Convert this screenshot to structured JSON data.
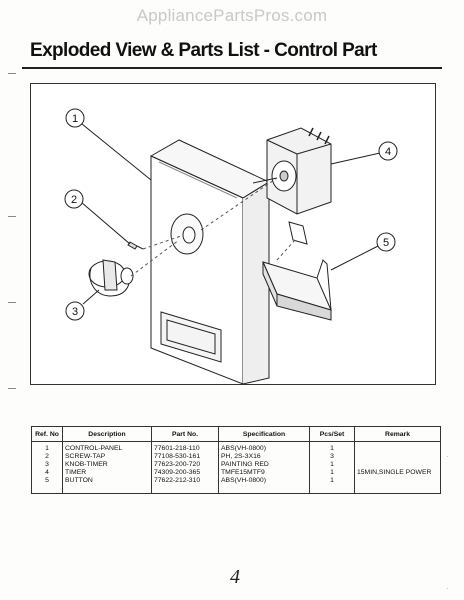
{
  "watermark": "AppliancePartsPros.com",
  "title": "Exploded View & Parts List - Control Part",
  "callouts": [
    "1",
    "2",
    "3",
    "4",
    "5"
  ],
  "table": {
    "headers": [
      "Ref. No",
      "Description",
      "Part No.",
      "Specification",
      "Pcs/Set",
      "Remark"
    ],
    "rows": [
      {
        "ref": "1",
        "desc": "CONTROL-PANEL",
        "part": "77601-218-110",
        "spec": "ABS(VH-0800)",
        "pcs": "1",
        "remark": ""
      },
      {
        "ref": "2",
        "desc": "SCREW-TAP",
        "part": "77108-530-161",
        "spec": "PH, 2S-3X16",
        "pcs": "3",
        "remark": ""
      },
      {
        "ref": "3",
        "desc": "KNOB-TIMER",
        "part": "77623-200-720",
        "spec": "PAINTING RED",
        "pcs": "1",
        "remark": ""
      },
      {
        "ref": "4",
        "desc": "TIMER",
        "part": "74309-200-365",
        "spec": "TMFE15MTF9",
        "pcs": "1",
        "remark": "15MIN,SINGLE POWER"
      },
      {
        "ref": "5",
        "desc": "BUTTON",
        "part": "77622-212-310",
        "spec": "ABS(VH-0800)",
        "pcs": "1",
        "remark": ""
      }
    ]
  },
  "page_number": "4"
}
